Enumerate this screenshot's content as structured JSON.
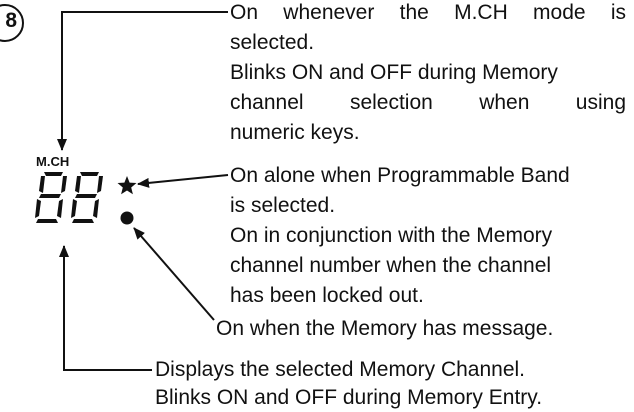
{
  "section_marker": "8",
  "lcd_label": "M.CH",
  "descriptions": {
    "mch_indicator": {
      "line1": "On whenever the M.CH mode is",
      "line2": "selected.",
      "line3": "Blinks ON and OFF during Memory",
      "line4": "channel selection when using",
      "line5": "numeric keys."
    },
    "star_indicator": {
      "line1": "On alone when Programmable Band",
      "line2": "is selected.",
      "line3": "On in conjunction with the Memory",
      "line4": "channel number when the channel",
      "line5": "has been locked out."
    },
    "dot_indicator": {
      "line1": "On when the Memory has message."
    },
    "channel_digits": {
      "line1": "Displays the selected Memory Channel.",
      "line2": "Blinks ON and OFF during Memory Entry."
    }
  }
}
